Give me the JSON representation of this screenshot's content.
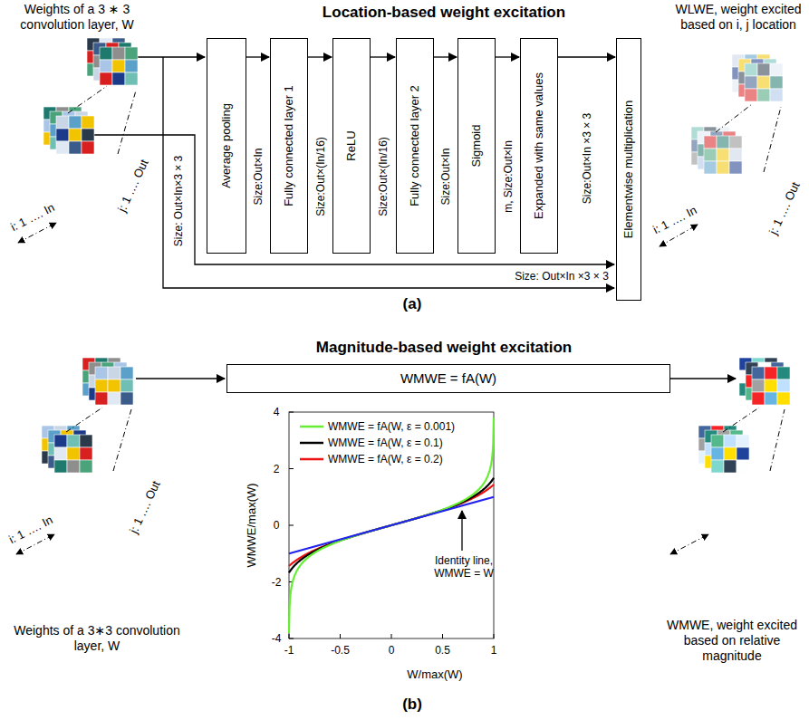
{
  "diagram": {
    "nodes": [
      {
        "text": [
          "Average pooling"
        ]
      },
      {
        "text": [
          "Fully connected layer 1"
        ]
      },
      {
        "text": [
          "ReLU"
        ]
      },
      {
        "text": [
          "Fully connected layer 2"
        ]
      },
      {
        "text": [
          "Sigmoid"
        ]
      },
      {
        "text": [
          "Expanded with same values"
        ]
      },
      {
        "text": [
          "Elementwise multiplication"
        ]
      },
      {
        "text": [
          "WMWE = fA(W)"
        ]
      }
    ],
    "edges": [
      {
        "from": 0,
        "to": 1,
        "arrow": "to",
        "label": "Size:Out×In"
      },
      {
        "from": 1,
        "to": 2,
        "arrow": "to",
        "label": "Size:Out×(In/16)"
      },
      {
        "from": 2,
        "to": 3,
        "arrow": "to",
        "label": "Size:Out×(In/16)"
      },
      {
        "from": 3,
        "to": 4,
        "arrow": "to",
        "label": "Size:Out×In"
      },
      {
        "from": 4,
        "to": 5,
        "arrow": "to",
        "label": "m, Size:Out×In"
      },
      {
        "from": 5,
        "to": 6,
        "arrow": "to",
        "label": "Size:Out×In ×3 × 3"
      }
    ],
    "labels": [
      "Location-based weight excitation",
      "Weights of a 3 ∗ 3 convolution layer, W",
      "i: 1 …. In",
      "j: 1 …. Out",
      "Size: Out×In×3 × 3",
      "Size: Out×In ×3 × 3",
      "WLWE, weight excited based on i, j location",
      "j: 1 …. Out",
      "i: 1 …. In",
      "(a)",
      "Magnitude-based weight excitation",
      "Weights of a 3∗3 convolution layer, W",
      "i: 1 …. In",
      "j: 1 …. Out",
      "WMWE, weight excited based on relative magnitude",
      "-1",
      "-0.5",
      "0",
      "0.5",
      "1",
      "4",
      "2",
      "0",
      "-2",
      "-4",
      "W/max(W)",
      "WMWE/max(W)",
      "Identity line, WMWE = W",
      "(b)"
    ],
    "legend": [
      {
        "text": "WMWE = fA(W, ε = 0.001)"
      },
      {
        "text": "WMWE = fA(W, ε = 0.1)"
      },
      {
        "text": "WMWE = fA(W, ε = 0.2)"
      }
    ]
  }
}
